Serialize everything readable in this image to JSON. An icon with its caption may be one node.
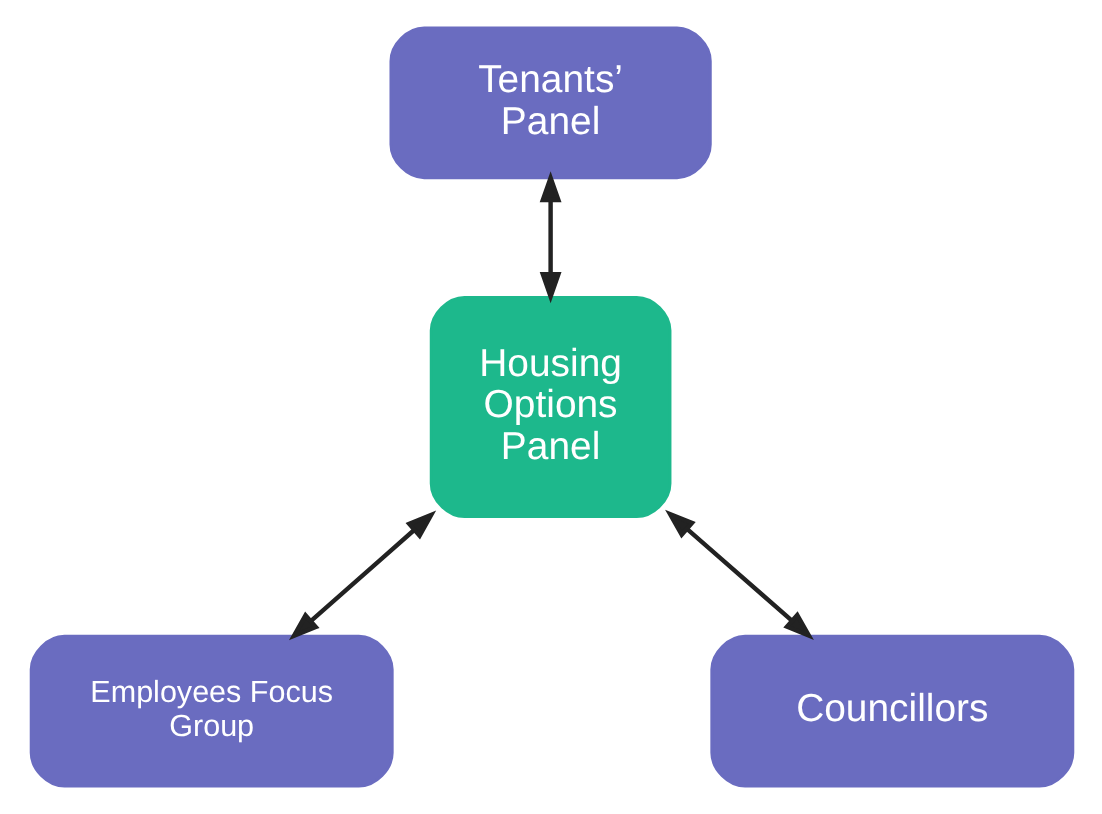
{
  "diagram": {
    "nodes": [
      {
        "text": [
          "Tenants’ Panel"
        ]
      },
      {
        "text": [
          "Housing Options Panel"
        ]
      },
      {
        "text": [
          "Employees Focus Group"
        ]
      },
      {
        "text": [
          "Councillors"
        ]
      }
    ],
    "edges": [
      {
        "from": 0,
        "to": 1,
        "arrow": "both"
      },
      {
        "from": 1,
        "to": 2,
        "arrow": "both"
      },
      {
        "from": 1,
        "to": 3,
        "arrow": "both"
      }
    ]
  }
}
